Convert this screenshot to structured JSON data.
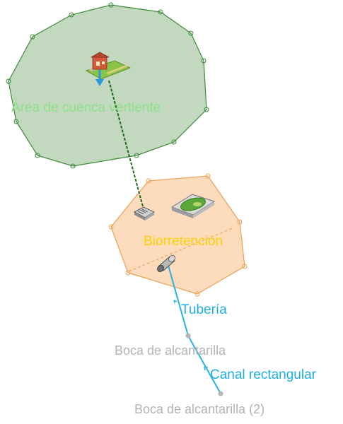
{
  "colors": {
    "catchment_fill": "#c2d9bf",
    "catchment_stroke": "#3f8a3c",
    "bioretention_fill": "#fcdcbc",
    "bioretention_stroke": "#e9a256",
    "flow_link": "#1f6a1a",
    "pipe": "#28b2e4",
    "inlet_node": "#b5b5b5",
    "label_catchment": "#8fe08a",
    "label_bioretention": "#ffd000",
    "label_link": "#1eaee2",
    "label_inlet": "#b3b3b3"
  },
  "labels": {
    "catchment": "Área de cuenca vertiente",
    "bioretention": "Biorretención",
    "pipe": "Tubería",
    "inlet_1": "Boca de alcantarilla",
    "channel": "Canal rectangular",
    "inlet_2": "Boca de alcantarilla (2)"
  },
  "icons": {
    "catchment": "house-parcel-icon",
    "bioretention": "bioretention-basin-icon",
    "overflow": "grate-inlet-icon",
    "outlet": "outlet-pipe-icon"
  }
}
